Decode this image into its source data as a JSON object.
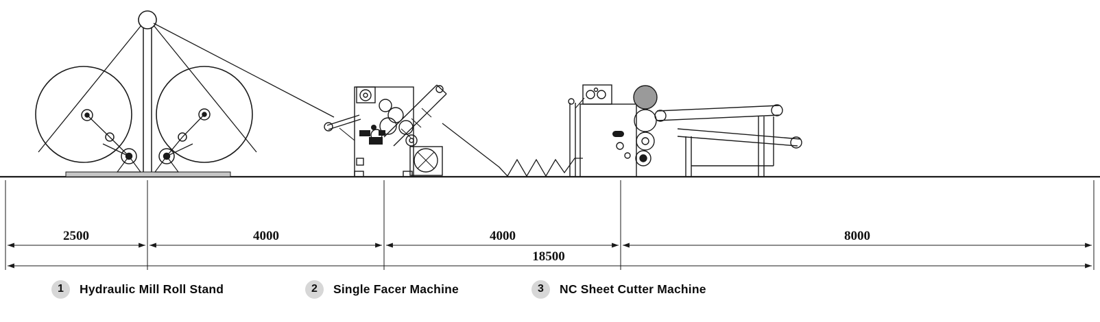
{
  "dimensions": {
    "seg1": "2500",
    "seg2": "4000",
    "seg3": "4000",
    "seg4": "8000",
    "total": "18500"
  },
  "legend": [
    {
      "number": "1",
      "label": "Hydraulic Mill Roll Stand"
    },
    {
      "number": "2",
      "label": "Single Facer Machine"
    },
    {
      "number": "3",
      "label": "NC Sheet Cutter Machine"
    }
  ],
  "colors": {
    "line": "#1a1a1a",
    "badge_fill": "#d7d7d7",
    "base_plate_fill": "#c6c6c6",
    "roll_fill": "#9a9a9a"
  }
}
